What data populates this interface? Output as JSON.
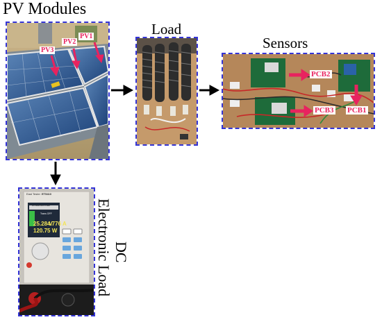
{
  "titles": {
    "pv_modules": "PV Modules",
    "load": "Load",
    "sensors": "Sensors",
    "dc_line1": "DC",
    "dc_line2": "Electronic Load"
  },
  "pv_labels": [
    "PV1",
    "PV2",
    "PV3"
  ],
  "pcb_labels": [
    "PCB1",
    "PCB2",
    "PCB3"
  ],
  "instrument": {
    "brand": "East Tester",
    "model": "ET5410",
    "screen_header": "DC Electronic Load",
    "mode_text": "Trans OFF",
    "voltage": "25.28 V",
    "current": "4.776 A",
    "power": "120.75 W"
  },
  "colors": {
    "border": "#3434d6",
    "arrow_accent": "#e8235f",
    "label_bg": "#ffffff",
    "label_text": "#e8235f"
  }
}
